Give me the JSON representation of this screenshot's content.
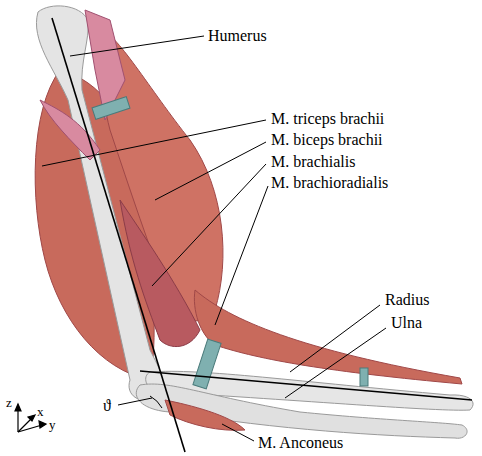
{
  "diagram": {
    "labels": [
      "Humerus",
      "M. triceps brachii",
      "M. biceps brachii",
      "M. brachialis",
      "M. brachioradialis",
      "Radius",
      "Ulna",
      "ϑ",
      "M. Anconeus",
      "z",
      "x",
      "y"
    ]
  }
}
